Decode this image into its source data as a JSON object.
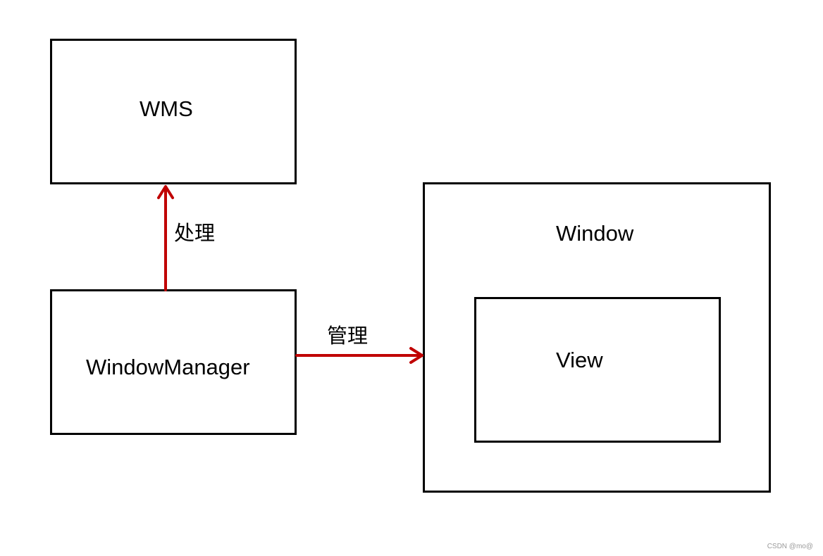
{
  "nodes": {
    "wms": {
      "label": "WMS"
    },
    "window_manager": {
      "label": "WindowManager"
    },
    "window": {
      "label": "Window"
    },
    "view": {
      "label": "View"
    }
  },
  "edges": {
    "handle": {
      "label": "处理",
      "from": "WindowManager",
      "to": "WMS"
    },
    "manage": {
      "label": "管理",
      "from": "WindowManager",
      "to": "Window"
    }
  },
  "colors": {
    "arrow": "#c00000",
    "border": "#000000",
    "background": "#ffffff"
  },
  "watermark": "CSDN @mo@"
}
